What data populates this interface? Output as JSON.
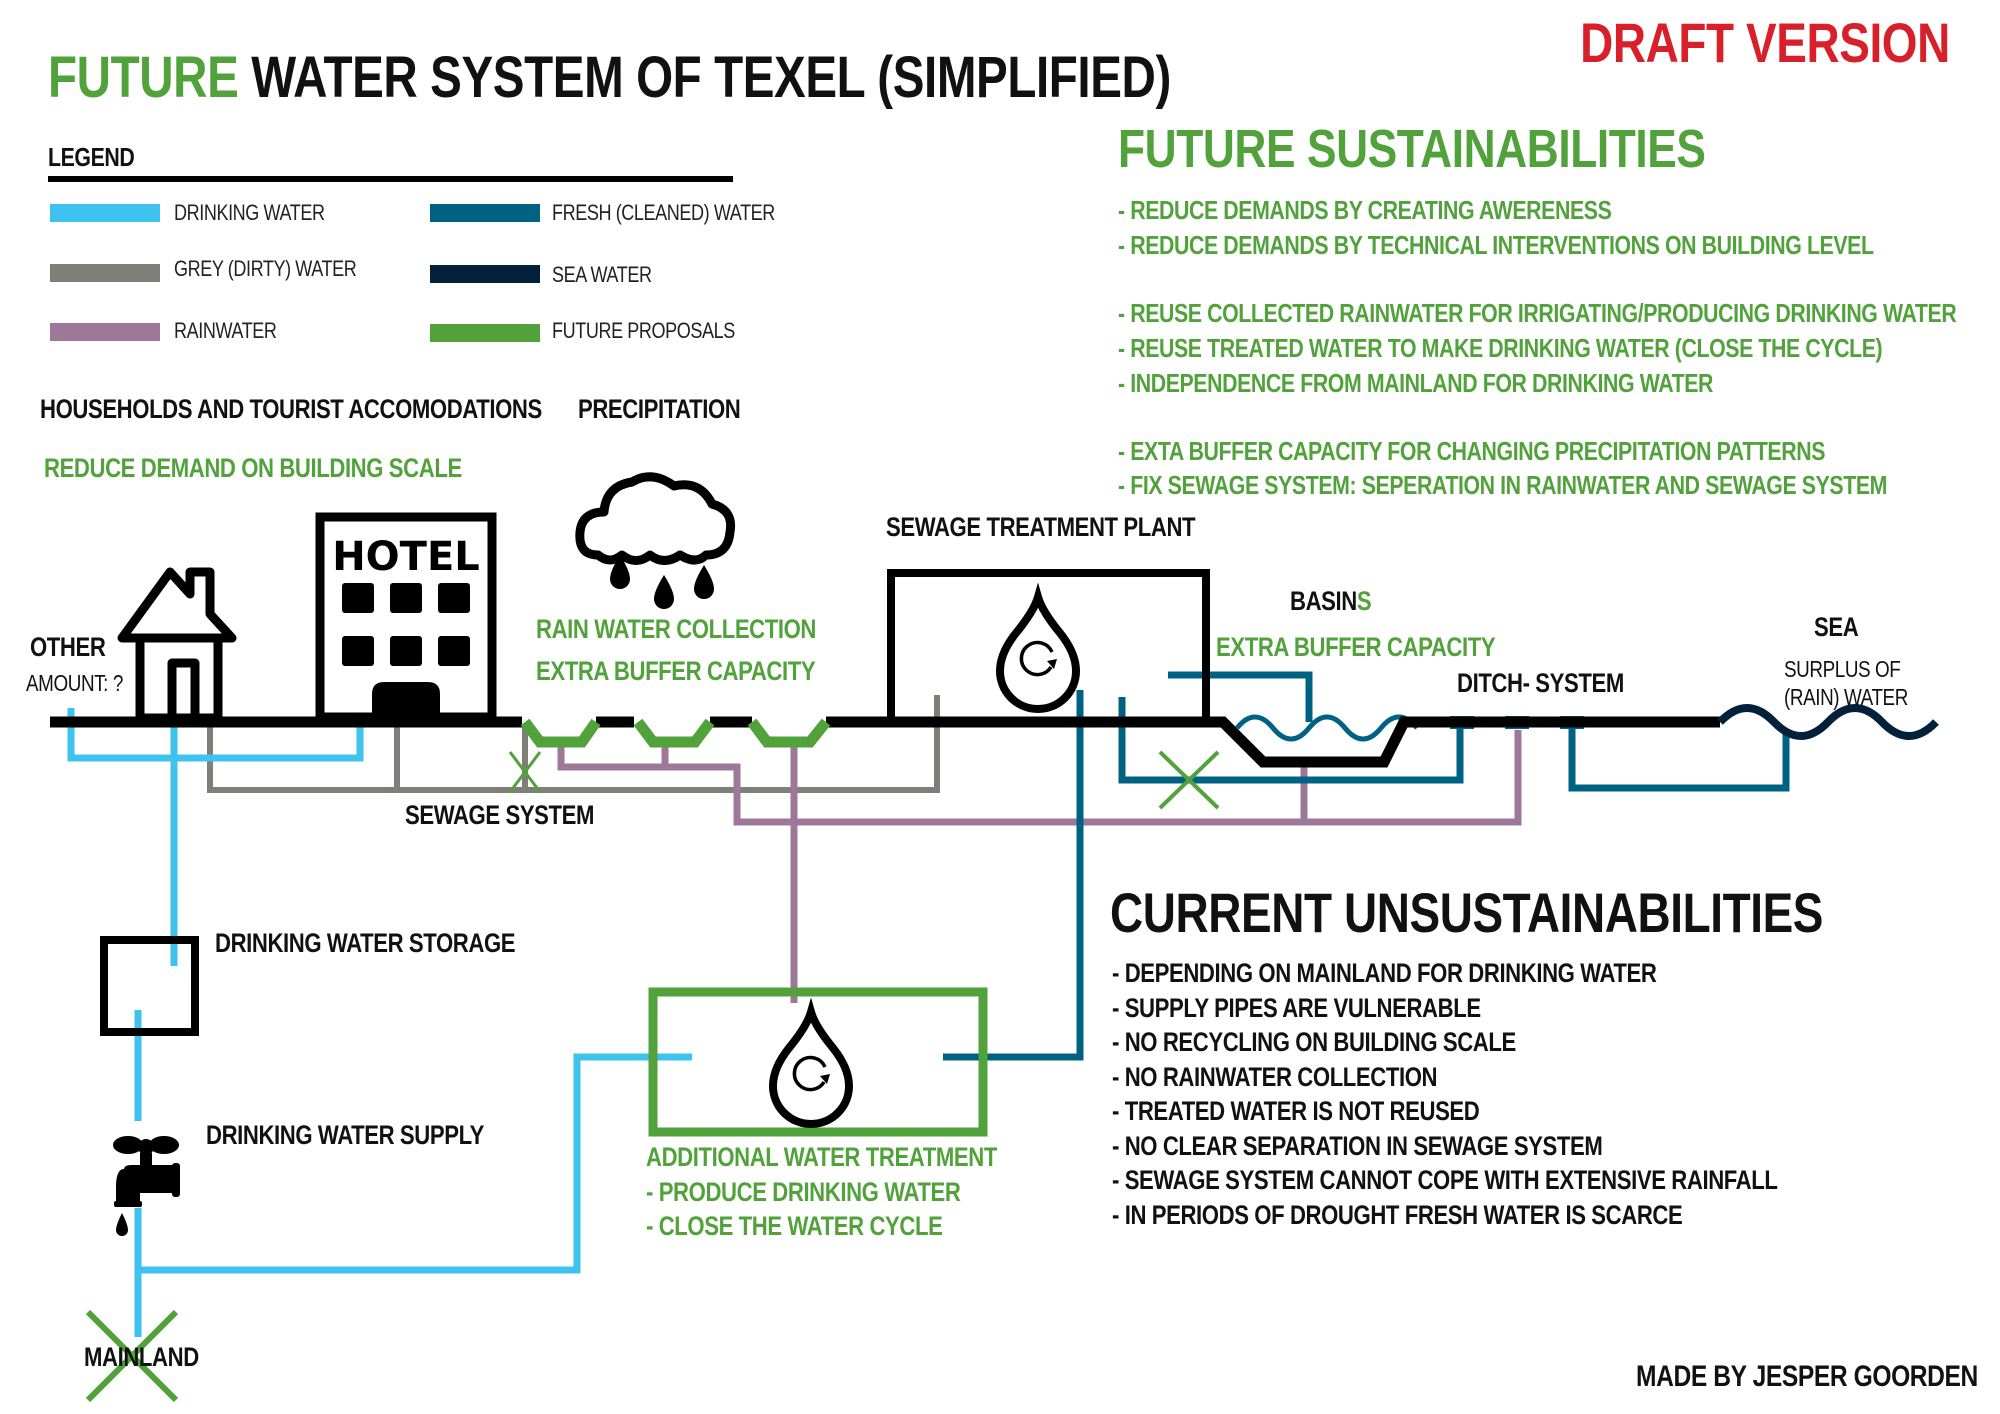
{
  "header": {
    "title_accent": "FUTURE",
    "title_rest": "WATER SYSTEM OF TEXEL (SIMPLIFIED)",
    "draft_label": "DRAFT VERSION"
  },
  "legend": {
    "heading": "LEGEND",
    "items": [
      {
        "label": "DRINKING WATER",
        "color": "#3ec2ee"
      },
      {
        "label": "GREY (DIRTY) WATER",
        "color": "#7f7f79"
      },
      {
        "label": "RAINWATER",
        "color": "#9d7898"
      },
      {
        "label": "FRESH (CLEANED) WATER",
        "color": "#006283"
      },
      {
        "label": "SEA WATER",
        "color": "#02203a"
      },
      {
        "label": "FUTURE PROPOSALS",
        "color": "#52a23c"
      }
    ]
  },
  "future_sustainabilities": {
    "title": "FUTURE SUSTAINABILITIES",
    "items": [
      "- REDUCE DEMANDS BY CREATING AWERENESS",
      "- REDUCE DEMANDS BY TECHNICAL INTERVENTIONS ON BUILDING LEVEL",
      "- REUSE COLLECTED RAINWATER FOR IRRIGATING/PRODUCING DRINKING WATER",
      "- REUSE TREATED WATER TO MAKE DRINKING WATER (CLOSE THE CYCLE)",
      "- INDEPENDENCE FROM MAINLAND FOR DRINKING WATER",
      "- EXTA BUFFER CAPACITY FOR CHANGING PRECIPITATION PATTERNS",
      "- FIX SEWAGE SYSTEM: SEPERATION IN RAINWATER AND SEWAGE SYSTEM"
    ]
  },
  "current_unsustainabilities": {
    "title": "CURRENT UNSUSTAINABILITIES",
    "items": [
      "- DEPENDING ON MAINLAND FOR DRINKING WATER",
      "- SUPPLY PIPES ARE VULNERABLE",
      "- NO RECYCLING ON BUILDING SCALE",
      "- NO RAINWATER COLLECTION",
      "- TREATED WATER IS NOT REUSED",
      "- NO CLEAR SEPARATION IN SEWAGE SYSTEM",
      "- SEWAGE SYSTEM CANNOT COPE WITH EXTENSIVE RAINFALL",
      "- IN PERIODS OF DROUGHT FRESH WATER IS SCARCE"
    ]
  },
  "nodes": {
    "households": "HOUSEHOLDS AND TOURIST ACCOMODATIONS",
    "households_proposal": "REDUCE DEMAND ON BUILDING SCALE",
    "precipitation": "PRECIPITATION",
    "rain_proposal_1": "RAIN WATER COLLECTION",
    "rain_proposal_2": "EXTRA BUFFER CAPACITY",
    "other": "OTHER",
    "other_amount": "AMOUNT: ?",
    "hotel_sign": "HOTEL",
    "sewage_system": "SEWAGE SYSTEM",
    "treatment_plant": "SEWAGE TREATMENT PLANT",
    "basins_main": "BASIN",
    "basins_suffix": "S",
    "basins_proposal": "EXTRA BUFFER CAPACITY",
    "ditch_system": "DITCH- SYSTEM",
    "sea": "SEA",
    "sea_note_1": "SURPLUS OF",
    "sea_note_2": "(RAIN) WATER",
    "storage": "DRINKING WATER STORAGE",
    "supply": "DRINKING WATER SUPPLY",
    "mainland": "MAINLAND",
    "additional_treatment": "ADDITIONAL WATER TREATMENT",
    "additional_item_1": "- PRODUCE DRINKING WATER",
    "additional_item_2": "- CLOSE THE WATER CYCLE"
  },
  "footer": {
    "credit": "MADE BY JESPER GOORDEN"
  },
  "colors": {
    "drinking": "#3ec2ee",
    "grey": "#7f7f79",
    "rain": "#9d7898",
    "fresh": "#006283",
    "sea": "#02203a",
    "proposal": "#52a23c",
    "draft": "#d7202a"
  }
}
